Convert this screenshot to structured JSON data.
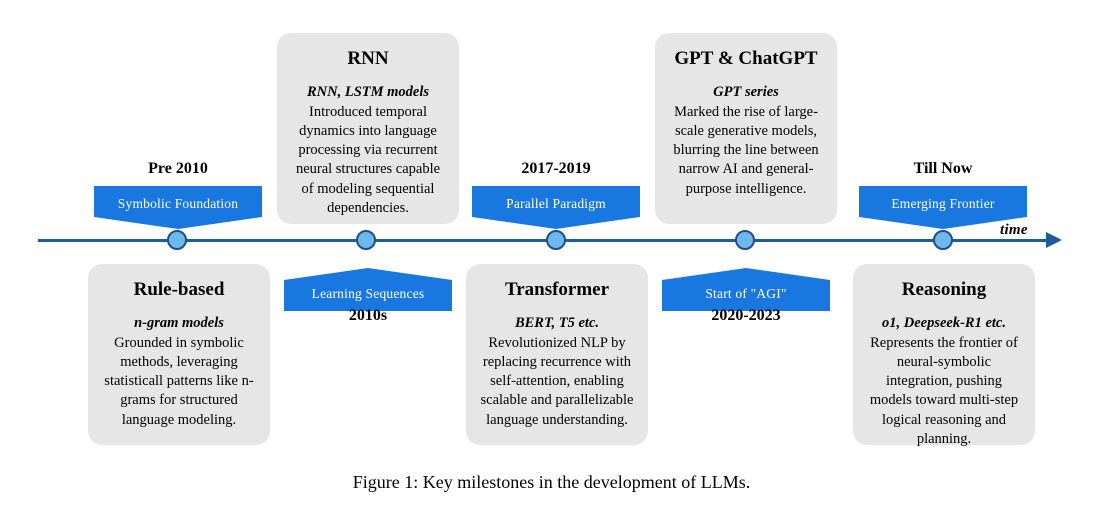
{
  "figure": {
    "caption": "Figure 1: Key milestones in the development of LLMs.",
    "axis_label": "time",
    "colors": {
      "banner_blue": "#1878e0",
      "axis_blue": "#1f5c9e",
      "node_fill": "#6cb9ee",
      "node_ring": "#1f4f86",
      "card_gray": "#e6e6e6"
    }
  },
  "milestones": [
    {
      "era": "Pre 2010",
      "banner": "Symbolic Foundation",
      "title": "Rule-based",
      "subtitle": "n-gram models",
      "body": "Grounded in symbolic methods, leveraging statisticall patterns like n-grams for structured language modeling."
    },
    {
      "era": "2010s",
      "banner": "Learning Sequences",
      "title": "RNN",
      "subtitle": "RNN, LSTM models",
      "body": "Introduced temporal dynamics into language processing via recurrent neural structures capable of modeling sequential dependencies."
    },
    {
      "era": "2017-2019",
      "banner": "Parallel Paradigm",
      "title": "Transformer",
      "subtitle": "BERT, T5 etc.",
      "body": "Revolutionized NLP by replacing recurrence with self-attention, enabling scalable and parallelizable language understanding."
    },
    {
      "era": "2020-2023",
      "banner": "Start of \"AGI\"",
      "title": "GPT & ChatGPT",
      "subtitle": "GPT series",
      "body": "Marked the rise of large-scale generative models, blurring the line between narrow AI and general-purpose intelligence."
    },
    {
      "era": "Till Now",
      "banner": "Emerging Frontier",
      "title": "Reasoning",
      "subtitle": "o1, Deepseek-R1 etc.",
      "body": "Represents the frontier of neural-symbolic integration, pushing models toward multi-step logical reasoning and planning."
    }
  ]
}
